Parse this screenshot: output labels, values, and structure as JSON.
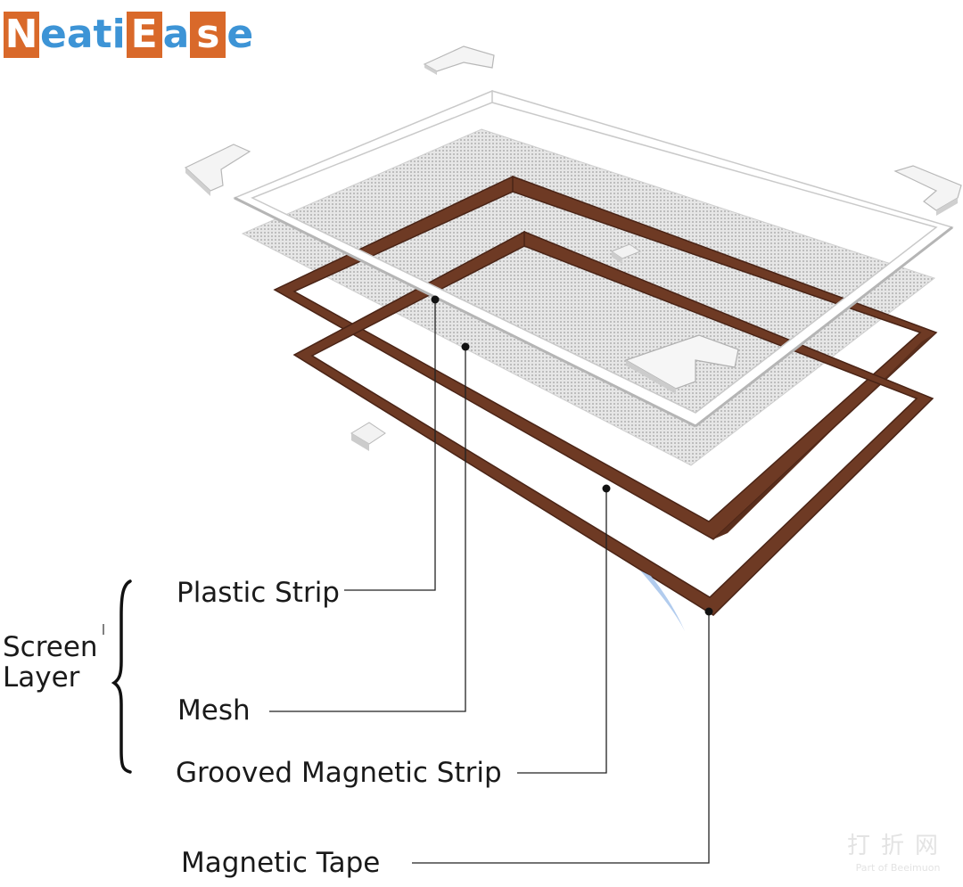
{
  "brand": {
    "logo_parts": [
      {
        "text": "N",
        "boxed": true
      },
      {
        "text": "eati",
        "boxed": false
      },
      {
        "text": "E",
        "boxed": true
      },
      {
        "text": "a",
        "boxed": false
      },
      {
        "text": "s",
        "boxed": true
      },
      {
        "text": "e",
        "boxed": false
      }
    ],
    "box_color": "#d9692a",
    "text_color": "#3d94d6"
  },
  "colors": {
    "magnetic_strip": "#6e3a24",
    "magnetic_strip_edge": "#4a2416",
    "plastic": "#ffffff",
    "plastic_edge": "#c9c9c9",
    "mesh": "#d4d4d4",
    "leader_line": "#222222",
    "tape_accent": "#aac6ec"
  },
  "labels": {
    "plastic_strip": "Plastic Strip",
    "mesh": "Mesh",
    "grooved_magnetic_strip": "Grooved Magnetic Strip",
    "magnetic_tape": "Magnetic Tape",
    "group_line1": "Screen",
    "group_line2": "Layer"
  },
  "watermark": {
    "main": "打折网",
    "sub": "Part of Beeimuon"
  }
}
